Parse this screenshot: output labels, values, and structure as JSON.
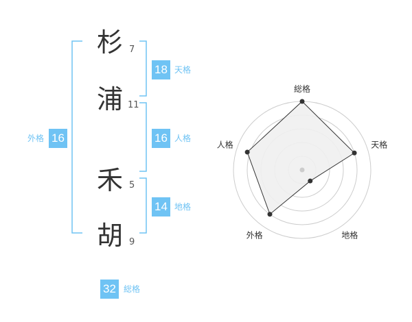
{
  "name": {
    "characters": [
      {
        "char": "杉",
        "strokes": "7"
      },
      {
        "char": "浦",
        "strokes": "11"
      },
      {
        "char": "禾",
        "strokes": "5"
      },
      {
        "char": "胡",
        "strokes": "9"
      }
    ]
  },
  "fortunes": {
    "tenkaku": {
      "label": "天格",
      "value": "18"
    },
    "jinkaku": {
      "label": "人格",
      "value": "16"
    },
    "chikaku": {
      "label": "地格",
      "value": "14"
    },
    "gaikaku": {
      "label": "外格",
      "value": "16"
    },
    "soukaku": {
      "label": "総格",
      "value": "32"
    }
  },
  "radar": {
    "axes": [
      "総格",
      "天格",
      "地格",
      "外格",
      "人格"
    ],
    "max": 5,
    "values": [
      5,
      4,
      1,
      4,
      4.2
    ],
    "fill": "#efefef",
    "line_color": "#333333",
    "grid_color": "#cccccc"
  },
  "colors": {
    "accent": "#6fc3f4"
  }
}
